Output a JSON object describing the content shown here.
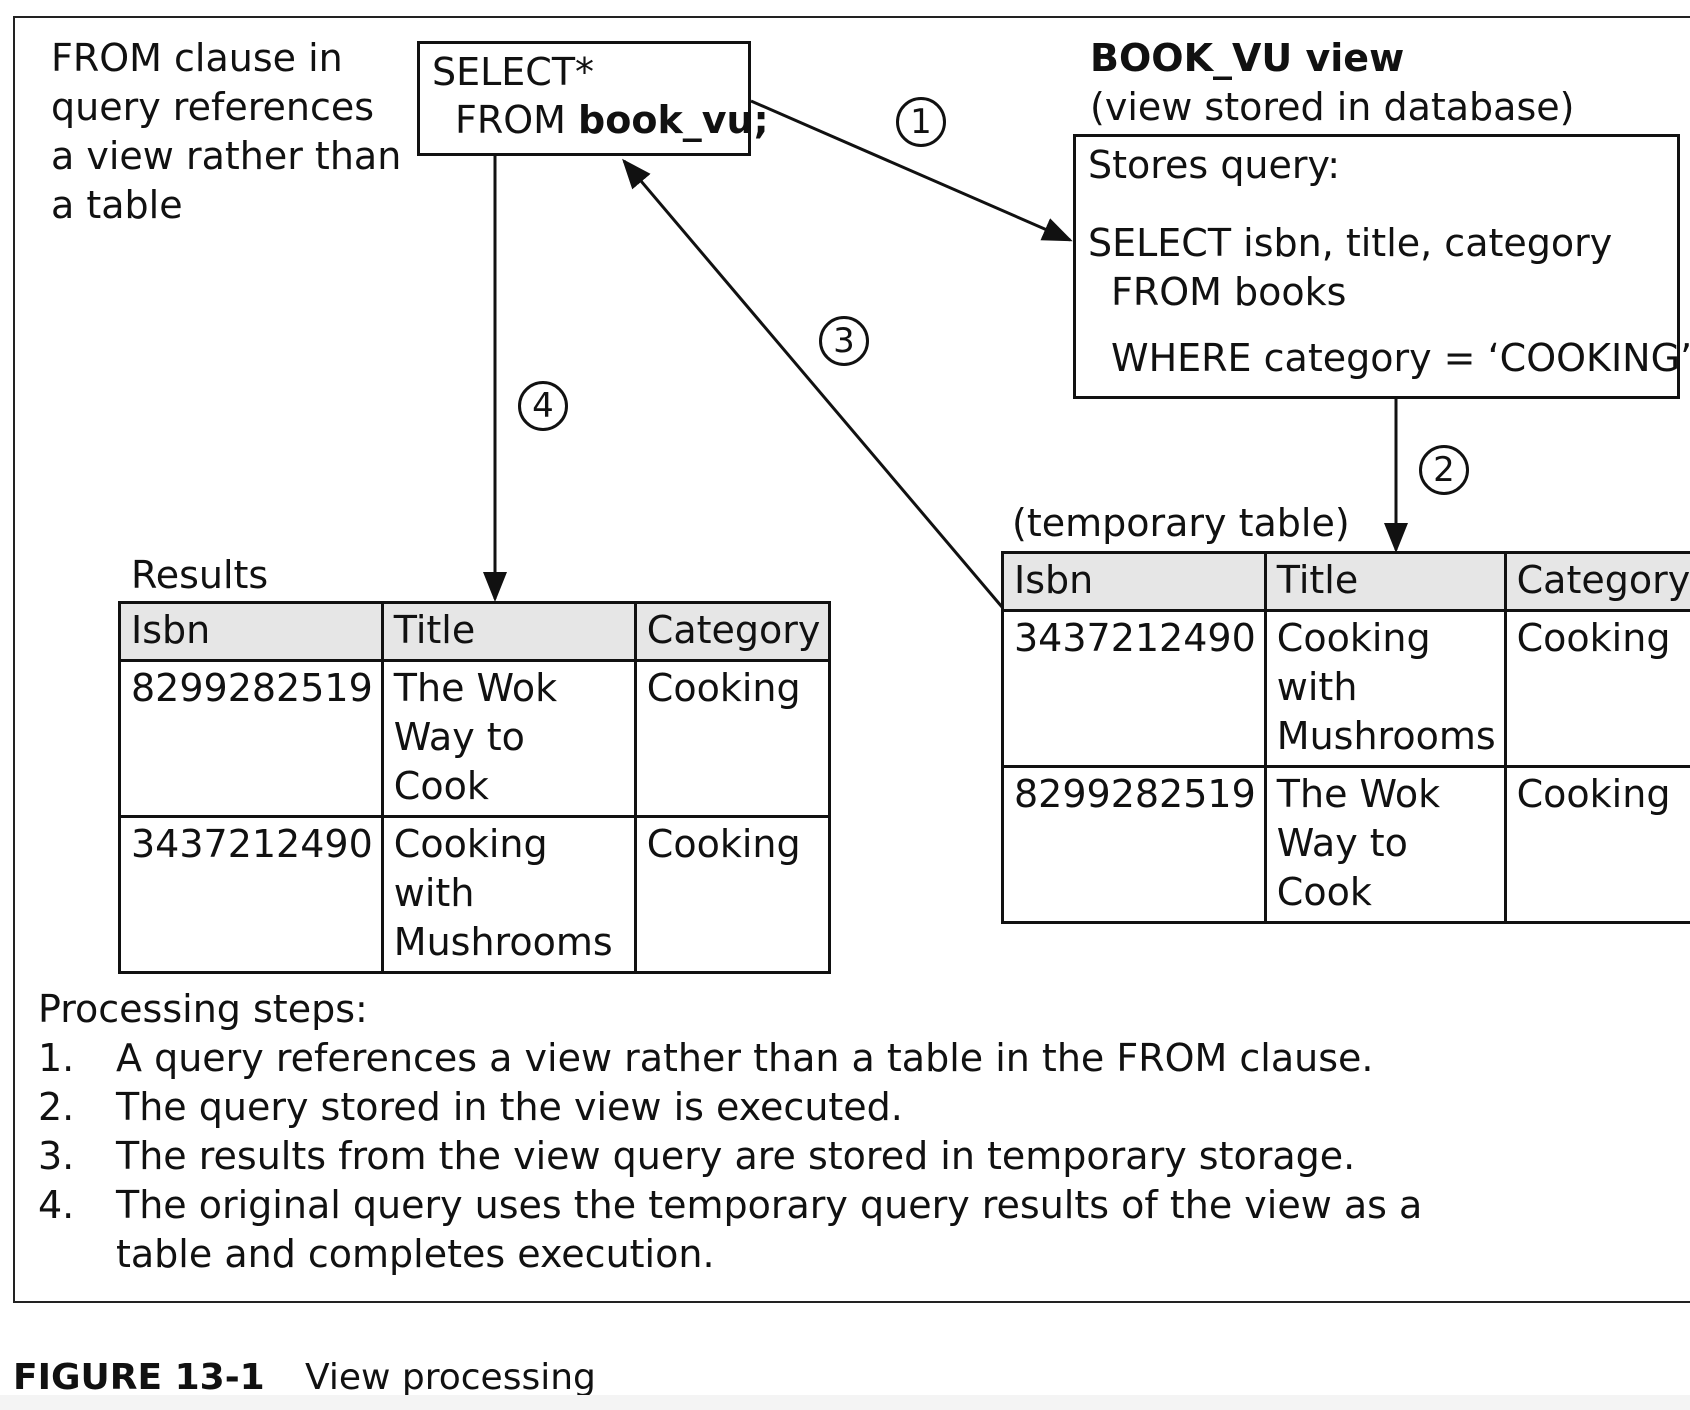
{
  "note": {
    "lines": [
      "FROM clause in",
      "query references",
      "a view rather than",
      "a table"
    ]
  },
  "query_box": {
    "line1": "SELECT*",
    "line2_prefix": "FROM ",
    "line2_bold": "book_vu;"
  },
  "view": {
    "title": "BOOK_VU view",
    "subtitle": "(view stored in database)",
    "stores_label": "Stores query:",
    "sql_line1": "SELECT isbn, title, category",
    "sql_line2": "FROM books",
    "sql_line3": "WHERE category = ‘COOKING’;"
  },
  "markers": [
    "1",
    "2",
    "3",
    "4"
  ],
  "results": {
    "label": "Results",
    "headers": [
      "Isbn",
      "Title",
      "Category"
    ],
    "rows": [
      [
        "8299282519",
        "The Wok\nWay to Cook",
        "Cooking"
      ],
      [
        "3437212490",
        "Cooking with\nMushrooms",
        "Cooking"
      ]
    ]
  },
  "temp_table": {
    "label": "(temporary table)",
    "headers": [
      "Isbn",
      "Title",
      "Category"
    ],
    "rows": [
      [
        "3437212490",
        "Cooking with\nMushrooms",
        "Cooking"
      ],
      [
        "8299282519",
        "The Wok\nWay to Cook",
        "Cooking"
      ]
    ]
  },
  "steps": {
    "heading": "Processing steps:",
    "items": [
      {
        "num": "1.",
        "text": "A query references a view rather than a table in the FROM clause."
      },
      {
        "num": "2.",
        "text": "The query stored in the view is executed."
      },
      {
        "num": "3.",
        "text": "The results from the view query are stored in temporary storage."
      },
      {
        "num": "4.",
        "text": "The original query uses the temporary query results of the view as a table and completes execution."
      }
    ]
  },
  "caption": {
    "number": "FIGURE 13-1",
    "text": "View processing"
  }
}
